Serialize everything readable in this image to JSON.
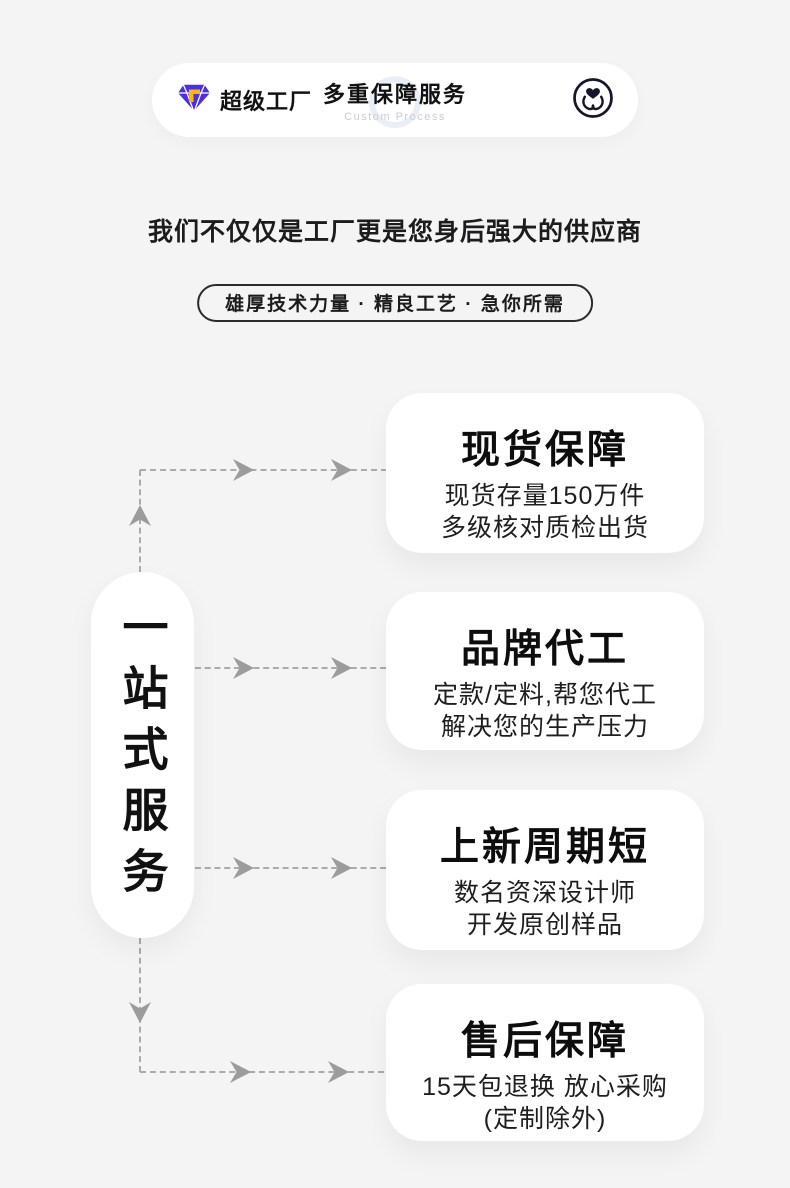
{
  "header": {
    "brand_label": "超级工厂",
    "brand_icon": "diamond-factory-icon",
    "title": "多重保障服务",
    "subtitle": "Custom Process",
    "badge_icon": "hands-holding-heart-icon"
  },
  "intro": {
    "headline": "我们不仅仅是工厂更是您身后强大的供应商",
    "tagline": "雄厚技术力量 · 精良工艺 · 急你所需"
  },
  "service_label": "一站式服务",
  "cards": [
    {
      "title": "现货保障",
      "lines": [
        "现货存量150万件",
        "多级核对质检出货"
      ]
    },
    {
      "title": "品牌代工",
      "lines": [
        "定款/定料,帮您代工",
        "解决您的生产压力"
      ]
    },
    {
      "title": "上新周期短",
      "lines": [
        "数名资深设计师",
        "开发原创样品"
      ]
    },
    {
      "title": "售后保障",
      "lines": [
        "15天包退换 放心采购",
        "(定制除外)"
      ]
    }
  ],
  "colors": {
    "background": "#f4f4f5",
    "card": "#ffffff",
    "text": "#111111",
    "connector": "#ababab",
    "gem_purple": "#4c2fe0",
    "gem_gold": "#ffb703",
    "badge_dark": "#15152e",
    "subtitle_gray": "#c7ccd6"
  }
}
